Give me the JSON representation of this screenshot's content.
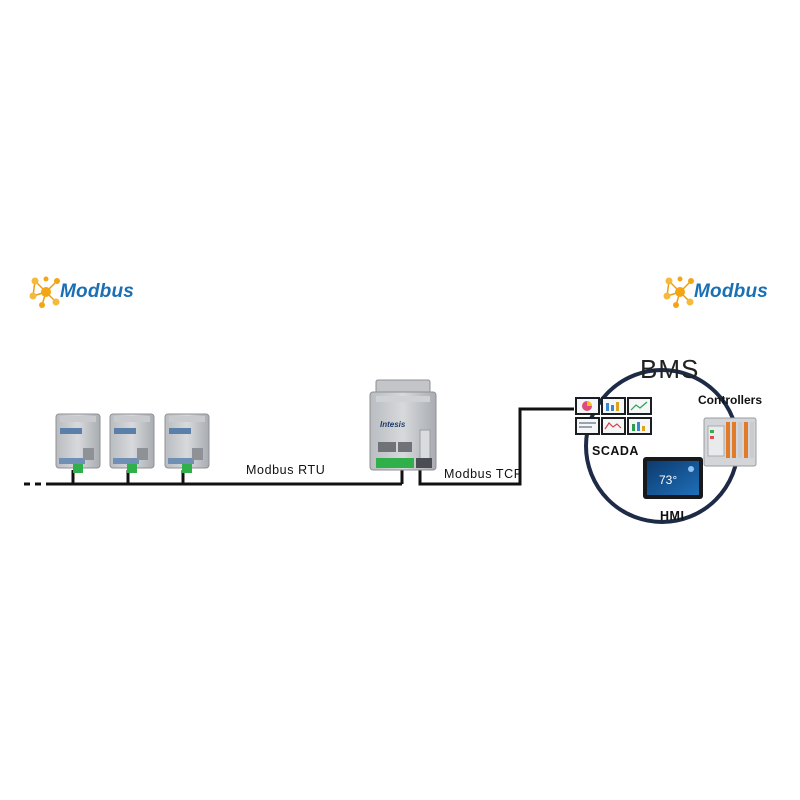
{
  "logos": {
    "left": {
      "text": "Modbus",
      "icon": "modbus-molecule-icon"
    },
    "right": {
      "text": "Modbus",
      "icon": "modbus-molecule-icon"
    }
  },
  "connections": {
    "rtu_label": "Modbus RTU",
    "tcp_label": "Modbus TCP"
  },
  "bms": {
    "title": "BMS",
    "scada_label": "SCADA",
    "controllers_label": "Controllers",
    "hmi_label": "HMI"
  },
  "devices": {
    "gateway_brand": "Intesis",
    "hmi_display": "73°"
  },
  "colors": {
    "brand_blue": "#1a6fb5",
    "logo_orange": "#f4a515",
    "cable": "#111111",
    "ring": "#1e2b47",
    "terminal_green": "#2fb04a"
  }
}
